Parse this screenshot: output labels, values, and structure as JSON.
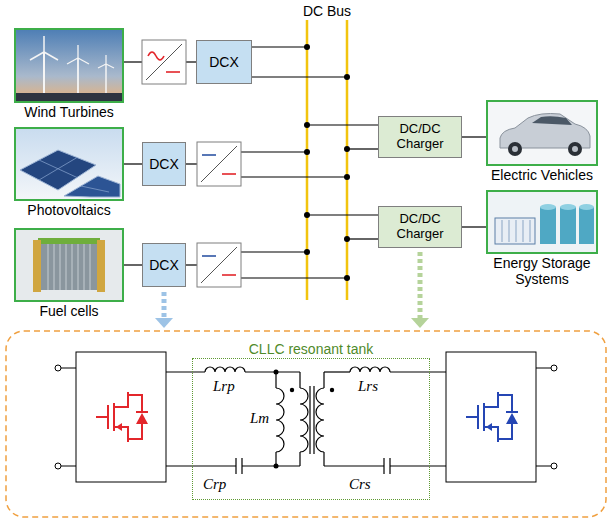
{
  "diagram": {
    "nodes": [
      {
        "text": [
          "Wind Turbines"
        ]
      },
      {
        "text": [
          "DCX"
        ]
      },
      {
        "text": [
          "Photovoltaics"
        ]
      },
      {
        "text": [
          "DCX"
        ]
      },
      {
        "text": [
          "Fuel cells"
        ]
      },
      {
        "text": [
          "DCX"
        ]
      },
      {
        "text": [
          "DC/DC Charger"
        ]
      },
      {
        "text": [
          "Electric Vehicles"
        ]
      },
      {
        "text": [
          "DC/DC Charger"
        ]
      },
      {
        "text": [
          "Energy Storage Systems"
        ]
      },
      {
        "text": [
          "CLLC resonant tank"
        ]
      }
    ],
    "edges": [
      {
        "from": 2,
        "to": 3,
        "arrow": "none"
      },
      {
        "from": 4,
        "to": 5,
        "arrow": "none"
      },
      {
        "from": 6,
        "to": 7,
        "arrow": "none"
      },
      {
        "from": 8,
        "to": 9,
        "arrow": "none"
      }
    ],
    "labels": [
      "DC Bus",
      "Lrp",
      "Lm",
      "Crp",
      "Lrs",
      "Crs"
    ]
  }
}
